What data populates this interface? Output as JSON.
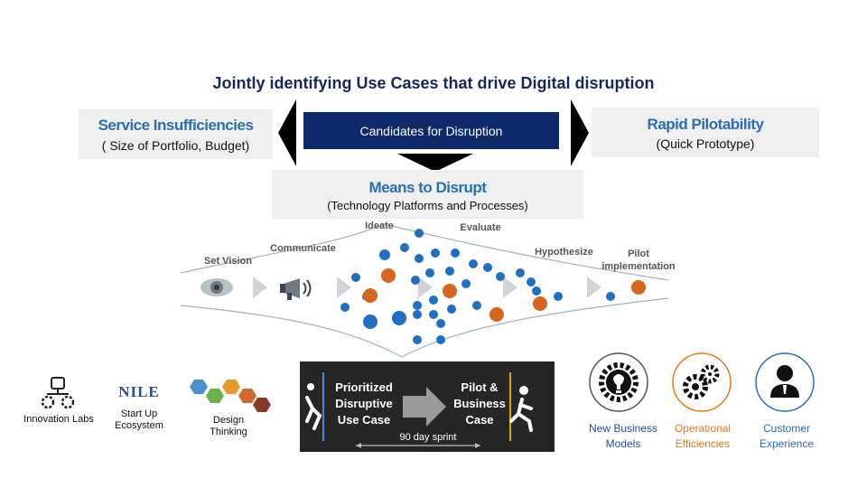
{
  "title": "Jointly identifying Use Cases that drive Digital disruption",
  "left_box": {
    "heading": "Service Insufficiencies",
    "sub": "( Size of Portfolio, Budget)"
  },
  "center_box": {
    "label": "Candidates for Disruption"
  },
  "right_box": {
    "heading": "Rapid Pilotability",
    "sub": "(Quick Prototype)"
  },
  "means_box": {
    "heading": "Means to Disrupt",
    "sub": "(Technology Platforms and Processes)"
  },
  "stages": [
    "Set Vision",
    "Communicate",
    "Ideate",
    "Evaluate",
    "Hypothesize",
    "Pilot\nimplementation"
  ],
  "ecosystem": {
    "innovation_labs": "Innovation Labs",
    "nile_logo": "NILE",
    "startup": "Start Up\nEcosystem",
    "design_thinking": "Design\nThinking"
  },
  "sprint": {
    "left": "Prioritized\nDisruptive\nUse Case",
    "right": "Pilot &\nBusiness\nCase",
    "duration": "90 day sprint"
  },
  "outcomes": [
    {
      "label": "New Business\nModels",
      "icon": "lightbulb-gear-icon",
      "color": "#1f4e9a"
    },
    {
      "label": "Operational\nEfficiencies",
      "icon": "gears-icon",
      "color": "#e07b20"
    },
    {
      "label": "Customer\nExperience",
      "icon": "person-icon",
      "color": "#2a6fb5"
    }
  ],
  "colors": {
    "navy": "#0e2a6b",
    "blue_dot": "#1f6fc2",
    "orange_dot": "#d4661f",
    "heading_blue": "#2a6fb5"
  }
}
